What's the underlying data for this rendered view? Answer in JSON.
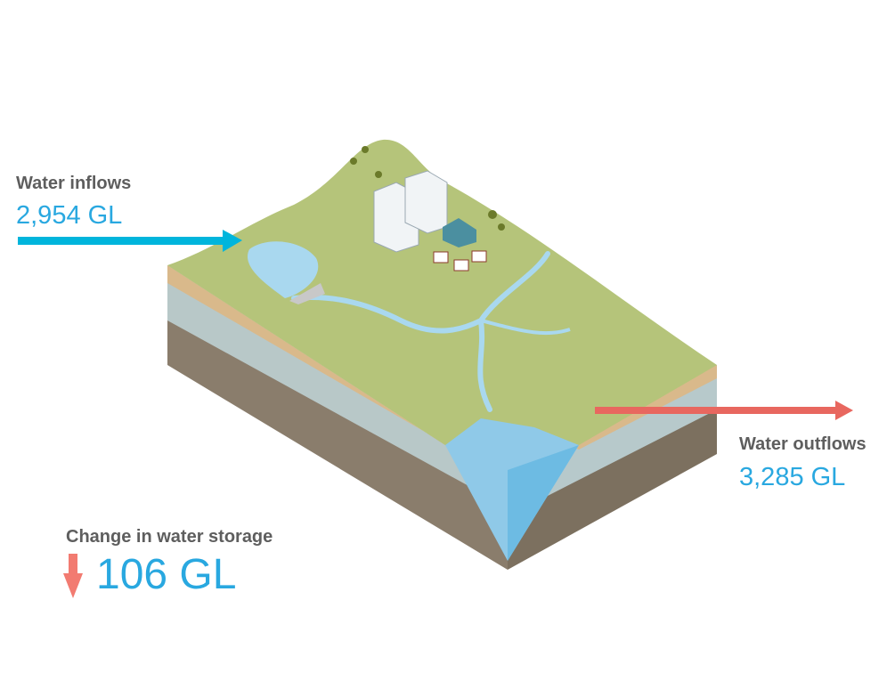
{
  "inflows": {
    "label": "Water inflows",
    "value": "2,954 GL"
  },
  "outflows": {
    "label": "Water outflows",
    "value": "3,285 GL"
  },
  "storage": {
    "label": "Change in water storage",
    "value": "106 GL",
    "direction": "down"
  },
  "colors": {
    "inflow_arrow": "#00b5dc",
    "outflow_arrow": "#e8675f",
    "value_text": "#29a8e0",
    "label_text": "#5e5e5e",
    "land": "#b5c47a",
    "water": "#a9d8ef"
  }
}
